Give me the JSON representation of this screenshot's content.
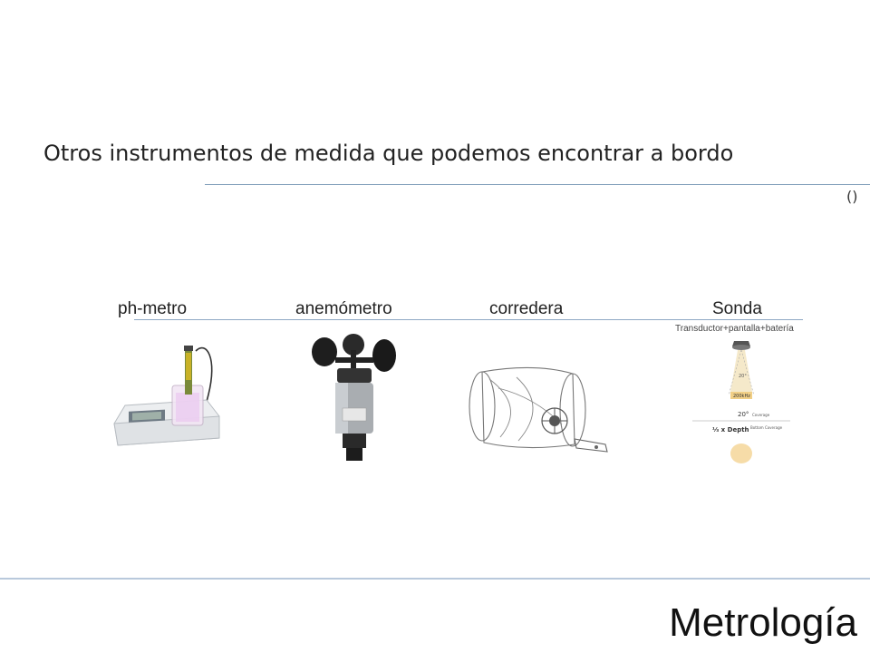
{
  "slide": {
    "title": "Otros instrumentos de medida que podemos encontrar a bordo",
    "parenthetical": "()",
    "footer": "Metrología"
  },
  "instruments": [
    {
      "label": "ph-metro",
      "icon": "ph-meter-icon"
    },
    {
      "label": "anemómetro",
      "icon": "anemometer-icon"
    },
    {
      "label": "corredera",
      "icon": "log-speed-sensor-icon"
    },
    {
      "label": "Sonda",
      "sub_label": "Transductor+pantalla+batería",
      "icon": "sonar-transducer-icon"
    }
  ],
  "sonar_diagram": {
    "beam_angle": "20°",
    "frequency": "200kHz",
    "coverage_angle": "20°",
    "coverage_label": "Coverage",
    "depth_formula": "⅓ x Depth",
    "bottom_coverage_label": "Bottom Coverage"
  },
  "colors": {
    "rule": "#7f9db9",
    "footer_rule": "#b9c9dc",
    "sonar_beam": "#f3d9a4"
  }
}
